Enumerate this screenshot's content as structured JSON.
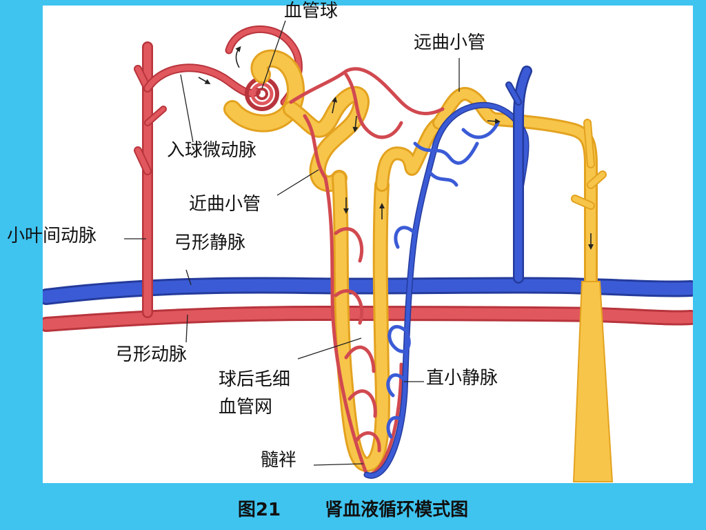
{
  "diagram": {
    "labels": {
      "glomerulus": "血管球",
      "distal_tubule": "远曲小管",
      "afferent_arteriole": "入球微动脉",
      "proximal_tubule": "近曲小管",
      "interlobular_artery": "小叶间动脉",
      "arcuate_vein": "弓形静脉",
      "arcuate_artery": "弓形动脉",
      "peritubular_capillary_line1": "球后毛细",
      "peritubular_capillary_line2": "血管网",
      "vasa_recta_vein": "直小静脉",
      "medullary_loop": "髓袢"
    },
    "colors": {
      "artery": "#e0575d",
      "artery_outline": "#b8343c",
      "vein": "#3b5bd6",
      "vein_outline": "#243b9c",
      "tubule": "#f7c54a",
      "tubule_outline": "#e3a21f",
      "background": "#3fc4f0"
    }
  },
  "caption": {
    "figure_number": "图21",
    "title": "肾血液循环模式图"
  }
}
